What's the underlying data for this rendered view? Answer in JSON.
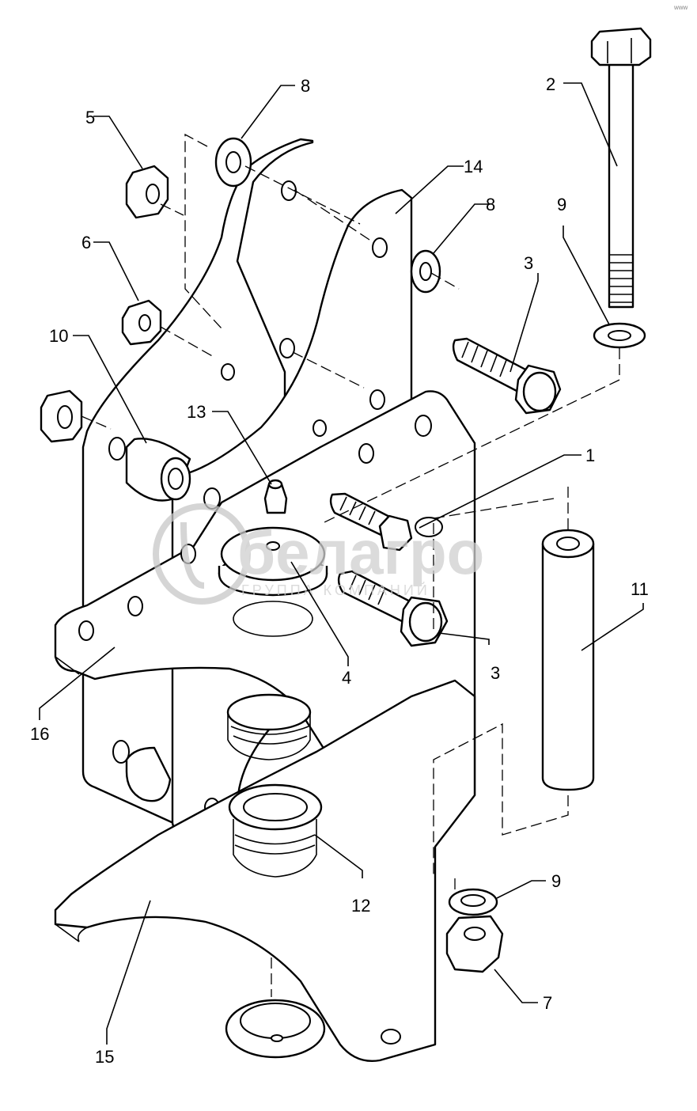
{
  "callouts": [
    {
      "id": "c1",
      "text": "1"
    },
    {
      "id": "c2",
      "text": "2"
    },
    {
      "id": "c3a",
      "text": "3"
    },
    {
      "id": "c3b",
      "text": "3"
    },
    {
      "id": "c4",
      "text": "4"
    },
    {
      "id": "c5",
      "text": "5"
    },
    {
      "id": "c6",
      "text": "6"
    },
    {
      "id": "c7",
      "text": "7"
    },
    {
      "id": "c8a",
      "text": "8"
    },
    {
      "id": "c8b",
      "text": "8"
    },
    {
      "id": "c9a",
      "text": "9"
    },
    {
      "id": "c9b",
      "text": "9"
    },
    {
      "id": "c10",
      "text": "10"
    },
    {
      "id": "c11",
      "text": "11"
    },
    {
      "id": "c12",
      "text": "12"
    },
    {
      "id": "c13",
      "text": "13"
    },
    {
      "id": "c14",
      "text": "14"
    },
    {
      "id": "c15",
      "text": "15"
    },
    {
      "id": "c16",
      "text": "16"
    }
  ],
  "watermark": {
    "brand": "белагро",
    "subtitle": "ГРУППА КОМПАНИЙ"
  },
  "corner_stamp": "www"
}
